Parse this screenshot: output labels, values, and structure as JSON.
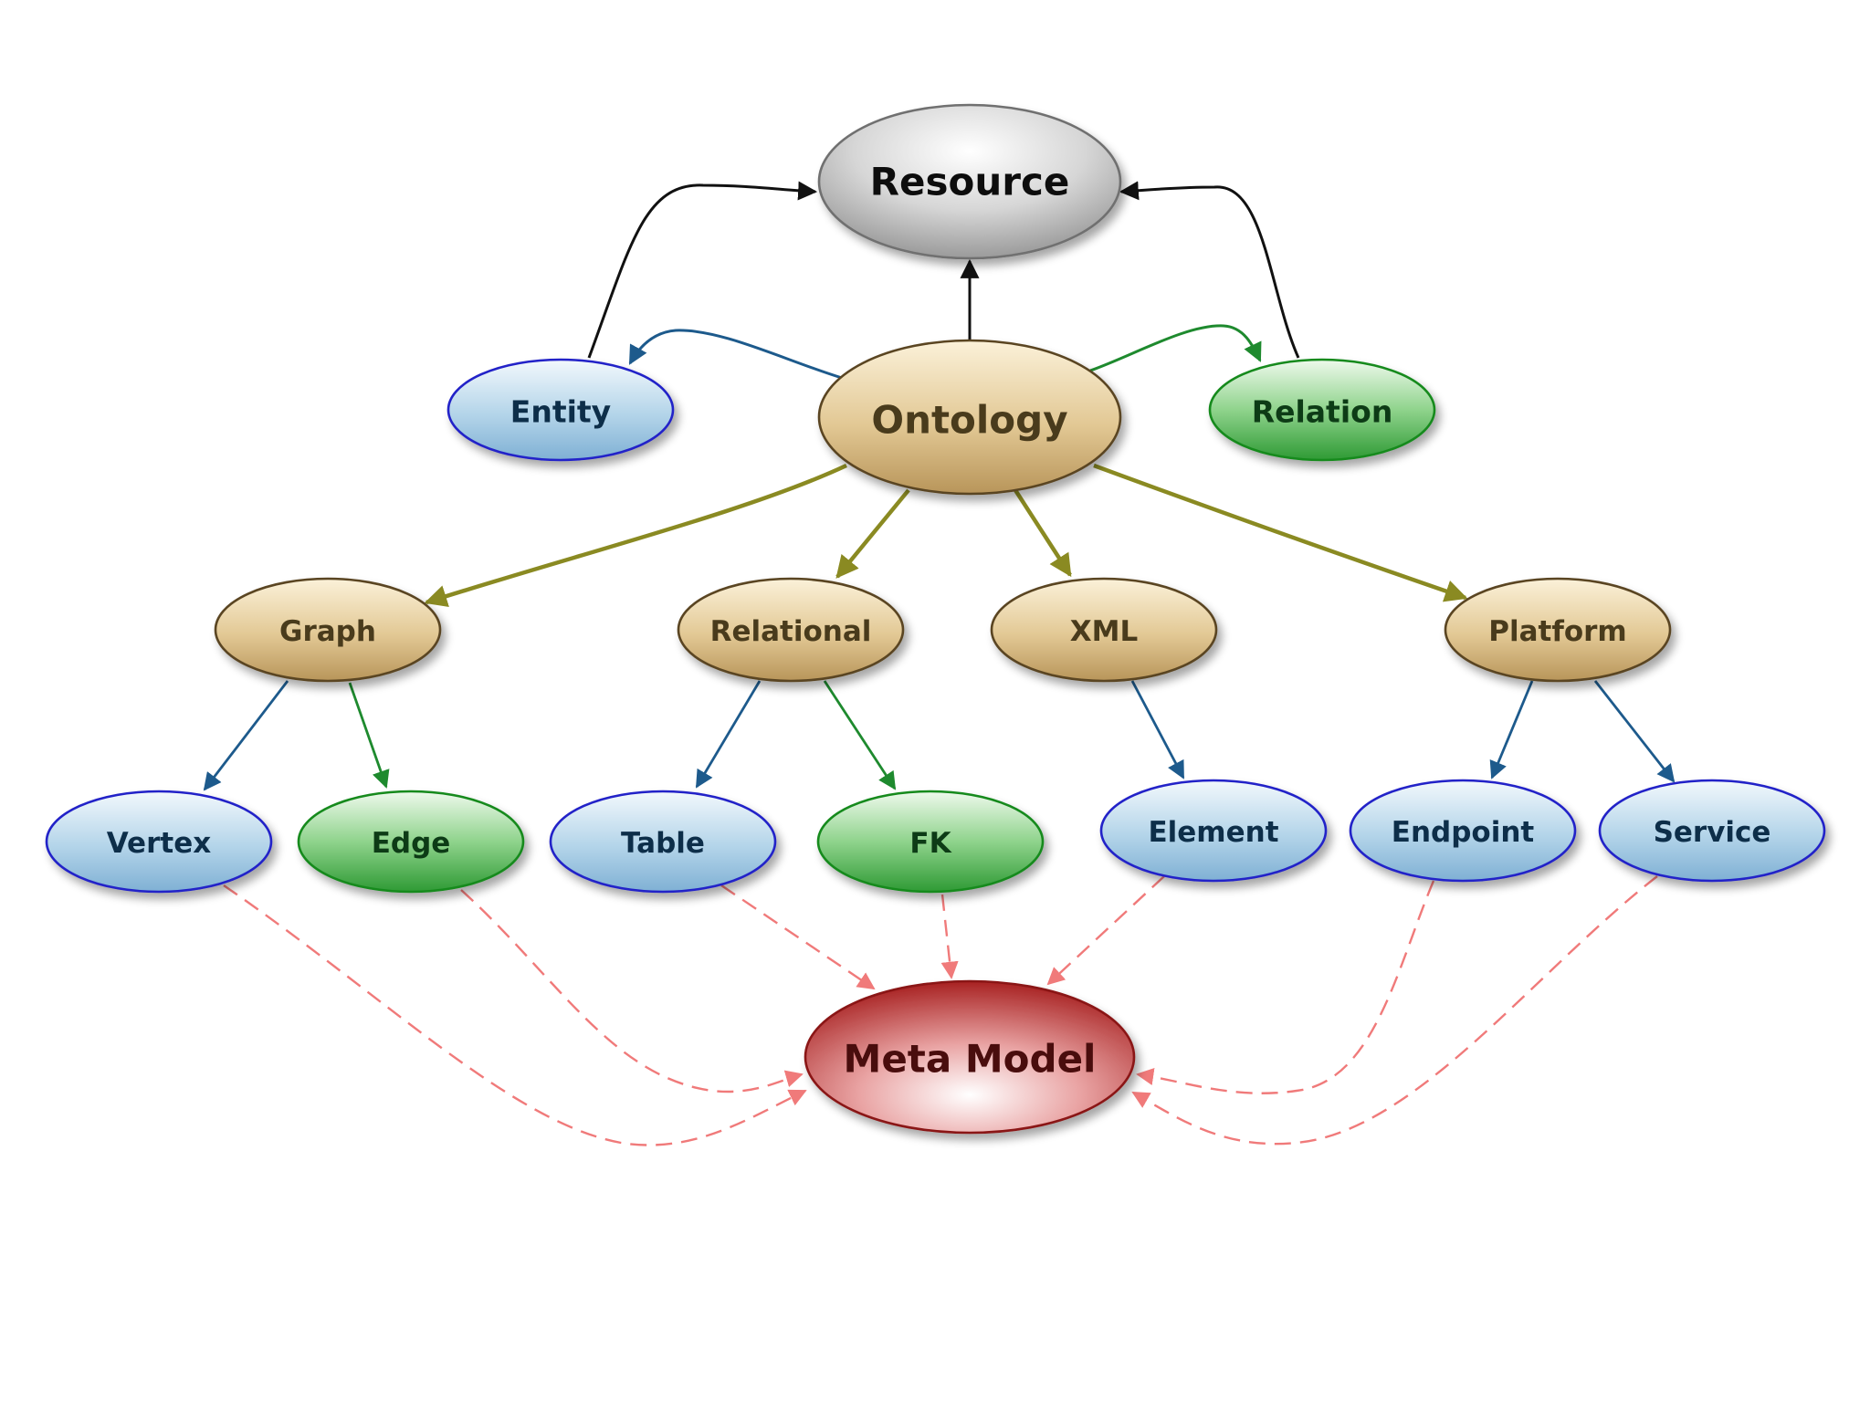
{
  "colors": {
    "black_edge": "#111111",
    "blue_edge": "#1d5a8c",
    "green_edge": "#1e8a2e",
    "olive_edge": "#8a8a22",
    "dashed_edge": "#f08080",
    "label_resource": "#111111",
    "label_ontology": "#4a3a1c",
    "label_blue": "#0f2e4a",
    "label_green": "#0c3a12",
    "label_meta": "#4a0b0b"
  },
  "nodes": {
    "resource": "Resource",
    "ontology": "Ontology",
    "entity": "Entity",
    "relation": "Relation",
    "graph": "Graph",
    "relational": "Relational",
    "xml": "XML",
    "platform": "Platform",
    "vertex": "Vertex",
    "edge": "Edge",
    "table": "Table",
    "fk": "FK",
    "element": "Element",
    "endpoint": "Endpoint",
    "service": "Service",
    "meta_model": "Meta Model"
  }
}
